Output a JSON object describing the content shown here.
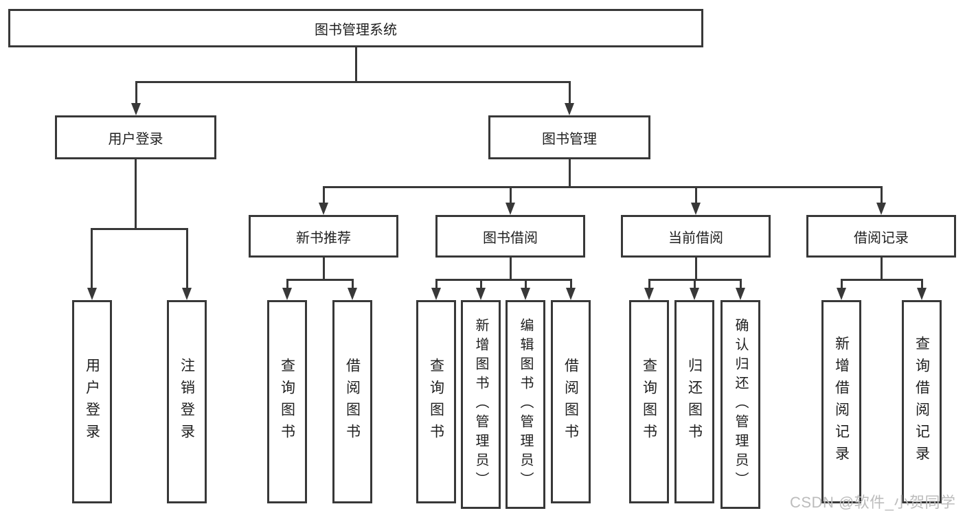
{
  "diagram": {
    "type": "hierarchy-tree",
    "root": {
      "label": "图书管理系统"
    },
    "level2": [
      {
        "label": "用户登录"
      },
      {
        "label": "图书管理"
      }
    ],
    "level3": [
      {
        "label": "新书推荐",
        "parent": "图书管理"
      },
      {
        "label": "图书借阅",
        "parent": "图书管理"
      },
      {
        "label": "当前借阅",
        "parent": "图书管理"
      },
      {
        "label": "借阅记录",
        "parent": "图书管理"
      }
    ],
    "leaves": [
      {
        "label": "用户登录",
        "parent": "用户登录"
      },
      {
        "label": "注销登录",
        "parent": "用户登录"
      },
      {
        "label": "查询图书",
        "parent": "新书推荐"
      },
      {
        "label": "借阅图书",
        "parent": "新书推荐"
      },
      {
        "label": "查询图书",
        "parent": "图书借阅"
      },
      {
        "label": "新增图书（管理员）",
        "parent": "图书借阅"
      },
      {
        "label": "编辑图书（管理员）",
        "parent": "图书借阅"
      },
      {
        "label": "借阅图书",
        "parent": "图书借阅"
      },
      {
        "label": "查询图书",
        "parent": "当前借阅"
      },
      {
        "label": "归还图书",
        "parent": "当前借阅"
      },
      {
        "label": "确认归还（管理员）",
        "parent": "当前借阅"
      },
      {
        "label": "新增借阅记录",
        "parent": "借阅记录"
      },
      {
        "label": "查询借阅记录",
        "parent": "借阅记录"
      }
    ]
  },
  "watermark": {
    "text": "CSDN @软件_小贺同学"
  },
  "colors": {
    "line": "#383838",
    "text": "#1f1f1f",
    "background": "#ffffff",
    "watermark": "#bcbcbc"
  }
}
